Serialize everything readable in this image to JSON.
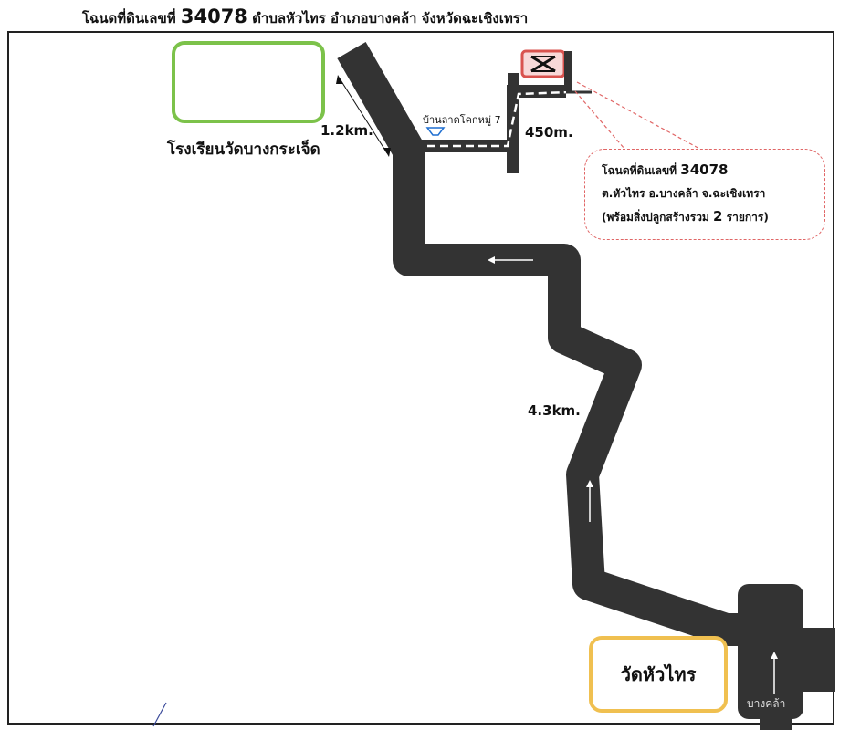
{
  "title": {
    "prefix": "โฉนดที่ดินเลขที่",
    "number": "34078",
    "location": "ตำบลหัวไทร  อำเภอบางคล้า  จังหวัดฉะเชิงเทรา"
  },
  "landmarks": {
    "school_name": "โรงเรียนวัดบางกระเจ็ด",
    "village": "บ้านลาดโคกหมู่ 7",
    "temple": "วัดหัวไทร",
    "bangkhla": "บางคล้า"
  },
  "distances": {
    "to_school": "1.2km.",
    "side_road": "450m.",
    "main_road": "4.3km."
  },
  "info_box": {
    "line1_prefix": "โฉนดที่ดินเลขที่",
    "line1_number": "34078",
    "line2": "ต.หัวไทร  อ.บางคล้า  จ.ฉะเชิงเทรา",
    "line3_prefix": "(พร้อมสิ่งปลูกสร้างรวม",
    "line3_count": "2",
    "line3_suffix": "รายการ)"
  },
  "colors": {
    "road": "#333333",
    "school_border": "#7cc24a",
    "temple_border": "#f0c050",
    "plot_marker": "#d9534f",
    "info_border": "#e06666"
  },
  "icons": {
    "school": "school-building-icon",
    "plot": "land-plot-marker-icon",
    "village": "village-marker-icon"
  }
}
